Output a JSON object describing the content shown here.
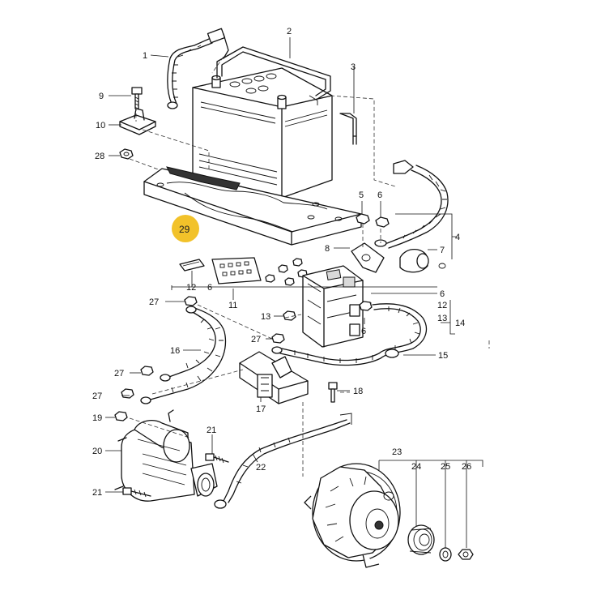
{
  "diagram": {
    "highlight_color": "#f2c22a",
    "highlighted_part": "29",
    "callouts": {
      "c1": "1",
      "c2": "2",
      "c3": "3",
      "c4": "4",
      "c5": "5",
      "c6a": "6",
      "c7": "7",
      "c8": "8",
      "c9": "9",
      "c10": "10",
      "c28": "28",
      "c29": "29",
      "c12a": "12",
      "c6b": "6",
      "c11": "11",
      "c6c": "6",
      "c12b": "12",
      "c13a": "13",
      "c14": "14",
      "c27a": "27",
      "c13b": "13",
      "c6d": "6",
      "c16": "16",
      "c27b": "27",
      "c15": "15",
      "c27c": "27",
      "c27d": "27",
      "c18": "18",
      "c17": "17",
      "c19": "19",
      "c20": "20",
      "c21a": "21",
      "c21b": "21",
      "c22": "22",
      "c23": "23",
      "c24": "24",
      "c25": "25",
      "c26": "26"
    }
  }
}
